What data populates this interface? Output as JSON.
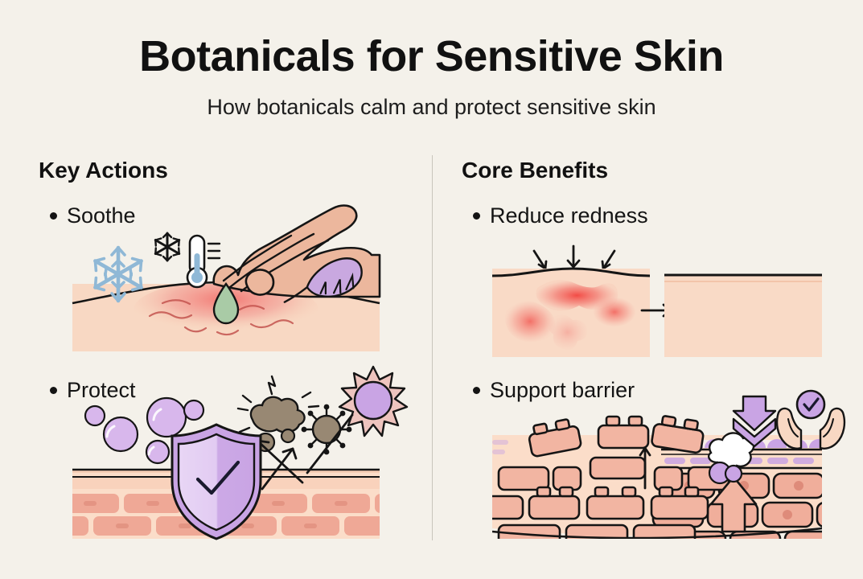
{
  "header": {
    "title": "Botanicals for Sensitive Skin",
    "subtitle": "How botanicals calm and protect sensitive skin"
  },
  "columns": [
    {
      "heading": "Key Actions",
      "items": [
        {
          "label": "Soothe",
          "illustration": "soothe-skin-diagram",
          "icons": [
            "snowflake-icon",
            "small-snowflake-icon",
            "thermometer-icon",
            "hand-icon",
            "droplet-icon",
            "feather-icon"
          ]
        },
        {
          "label": "Protect",
          "illustration": "protect-shield-diagram",
          "icons": [
            "shield-check-icon",
            "bubble-icon",
            "pollution-cloud-icon",
            "allergen-virus-icon",
            "sun-icon",
            "deflect-arrow-icon"
          ]
        }
      ]
    },
    {
      "heading": "Core Benefits",
      "items": [
        {
          "label": "Reduce redness",
          "illustration": "redness-before-after-diagram",
          "icons": [
            "down-arrow-icon",
            "right-arrow-icon"
          ]
        },
        {
          "label": "Support barrier",
          "illustration": "barrier-repair-diagram",
          "icons": [
            "absorb-arrow-icon",
            "caring-hands-check-icon",
            "up-arrow-icon"
          ]
        }
      ]
    }
  ],
  "colors": {
    "background": "#F4F1EA",
    "ink": "#111111",
    "skin": "#F8D8C3",
    "skin_deep": "#F6CDB5",
    "redness": "#F0615F",
    "redness_soft": "#F29B93",
    "brick": "#EFA896",
    "brick_light": "#F4BCA9",
    "lilac": "#C9A8E0",
    "lilac_light": "#DEC3EF",
    "droplet_green": "#A9CBA6",
    "snowflake_blue": "#8FB8D6",
    "pollution_brown": "#988873",
    "sun_ray_pink": "#EEC4BE"
  }
}
